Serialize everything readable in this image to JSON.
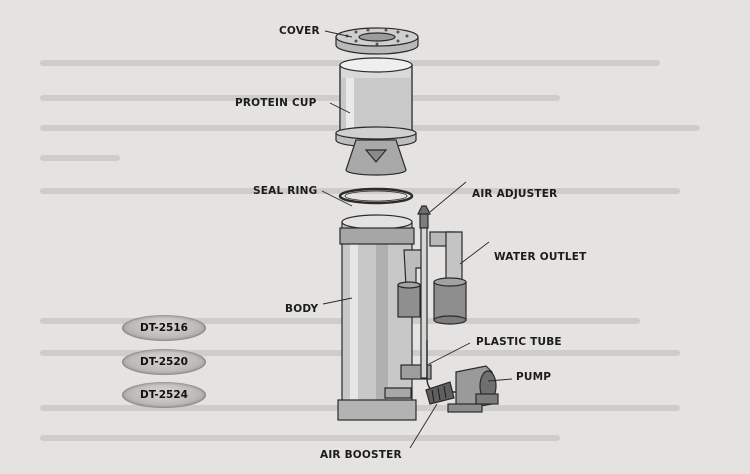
{
  "labels": {
    "cover": "COVER",
    "protein_cup": "PROTEIN CUP",
    "seal_ring": "SEAL RING",
    "air_adjuster": "AIR ADJUSTER",
    "water_outlet": "WATER OUTLET",
    "body": "BODY",
    "plastic_tube": "PLASTIC TUBE",
    "pump": "PUMP",
    "air_booster": "AIR BOOSTER"
  },
  "models": [
    "DT-2516",
    "DT-2520",
    "DT-2524"
  ]
}
